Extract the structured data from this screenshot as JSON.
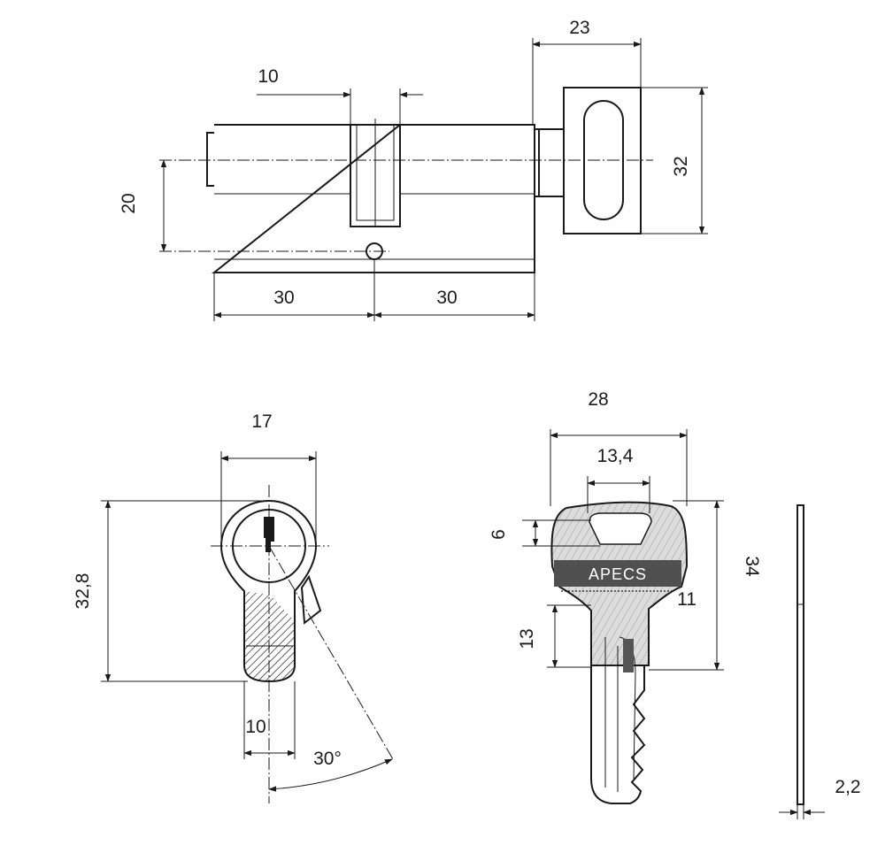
{
  "colors": {
    "line": "#1a1a1a",
    "hatch": "#1a1a1a",
    "brand_band": "#505050",
    "key_bow": "#d9d9d9"
  },
  "top_view": {
    "dim_knob_width": "23",
    "dim_cam_width": "10",
    "dim_height": "32",
    "dim_axis_to_screw": "20",
    "dim_left_length": "30",
    "dim_right_length": "30"
  },
  "profile_view": {
    "dim_width": "17",
    "dim_height": "32,8",
    "dim_bottom_width": "10",
    "dim_angle": "30°"
  },
  "key_view": {
    "brand": "APECS",
    "dim_bow_width": "28",
    "dim_hole_width": "13,4",
    "dim_hole_height": "6",
    "dim_total_height": "34",
    "dim_shoulder": "11",
    "dim_blade_offset": "13",
    "dim_thickness": "2,2"
  }
}
